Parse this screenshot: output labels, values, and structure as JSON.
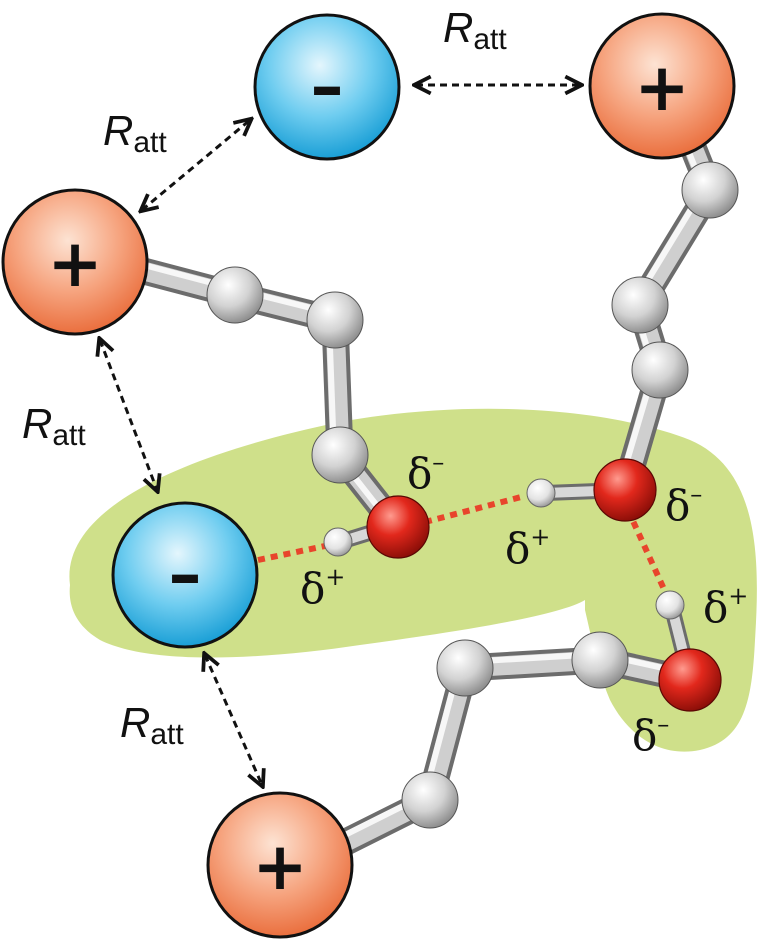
{
  "labels": {
    "attraction_symbol": "R",
    "attraction_subscript": "att",
    "plus_sign": "+",
    "minus_sign": "–",
    "delta_plus": "δ",
    "delta_plus_sup": "+",
    "delta_minus": "δ",
    "delta_minus_sup": "–"
  },
  "colors": {
    "cation": "#f2855a",
    "anion": "#29aee0",
    "oxygen": "#d0241c",
    "carbon": "#c9c9c9",
    "hbond_region": "#cfe08a",
    "hbond": "#e8452c"
  }
}
